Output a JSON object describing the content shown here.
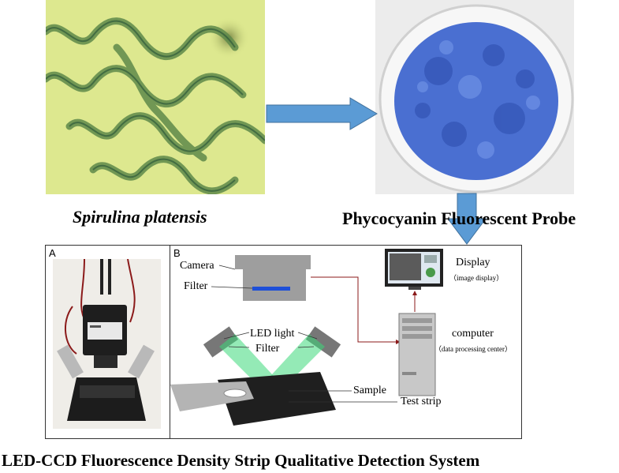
{
  "captions": {
    "spirulina": "Spirulina platensis",
    "probe": "Phycocyanin Fluorescent Probe",
    "system": "LED-CCD Fluorescence Density Strip Qualitative Detection System"
  },
  "panels": {
    "a": "A",
    "b": "B"
  },
  "diagram_labels": {
    "camera": "Camera",
    "filter_top": "Filter",
    "led_light": "LED light",
    "filter_mid": "Filter",
    "sample": "Sample",
    "test_strip": "Test strip",
    "display": "Display",
    "display_sub": "（image display）",
    "computer": "computer",
    "computer_sub": "（data processing center）"
  },
  "colors": {
    "arrow_blue": "#5b9bd5",
    "probe_blue": "#4a6fd1",
    "green_light": "#3dd97a",
    "wire_red": "#8b1a1a"
  }
}
